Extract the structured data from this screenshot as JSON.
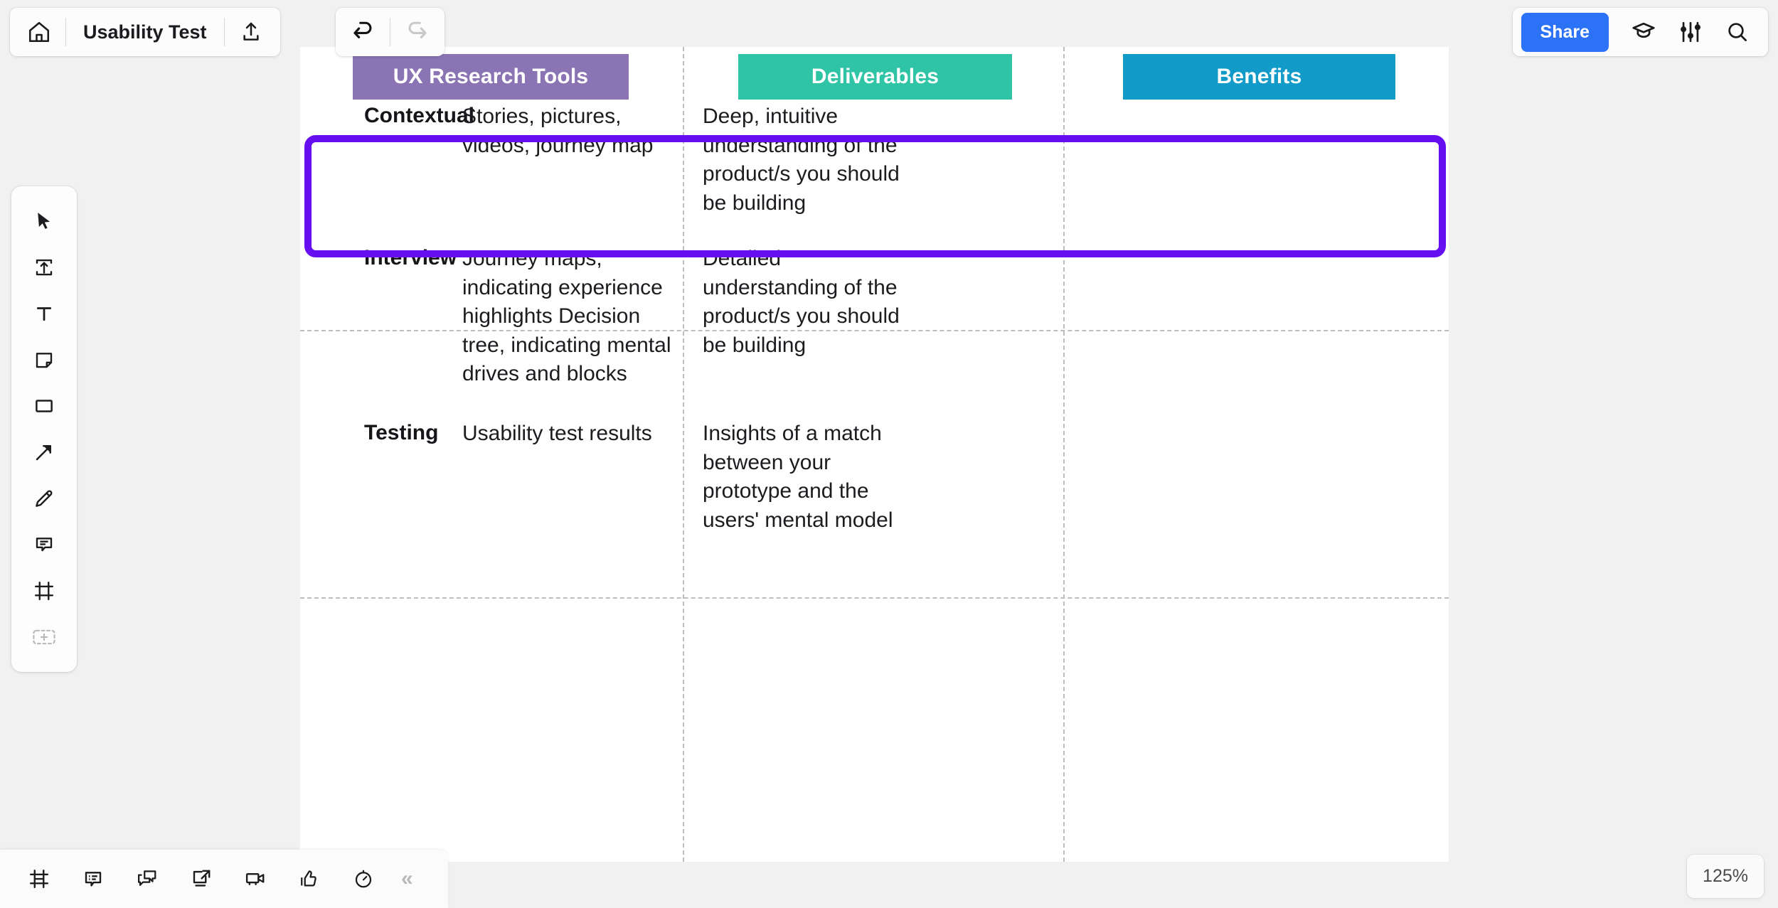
{
  "app": {
    "zoom_level": "125%",
    "accent_blue": "#2c72f6",
    "selection_purple": "#6610f2"
  },
  "toolbar": {
    "home_icon": "home-icon",
    "doc_title": "Usability Test",
    "export_icon": "upload-export-icon",
    "undo_icon": "undo-icon",
    "redo_icon": "redo-icon"
  },
  "topright": {
    "share_label": "Share",
    "learn_icon": "graduation-cap-icon",
    "settings_icon": "sliders-icon",
    "search_icon": "search-icon"
  },
  "tools": [
    {
      "name": "select-tool",
      "icon": "cursor-arrow-icon"
    },
    {
      "name": "upload-tool",
      "icon": "upload-frame-icon"
    },
    {
      "name": "text-tool",
      "icon": "text-t-icon"
    },
    {
      "name": "sticky-note-tool",
      "icon": "sticky-note-icon"
    },
    {
      "name": "shape-tool",
      "icon": "rectangle-icon"
    },
    {
      "name": "connector-tool",
      "icon": "arrow-line-icon"
    },
    {
      "name": "pen-tool",
      "icon": "pencil-icon"
    },
    {
      "name": "comment-tool",
      "icon": "comment-bubble-icon"
    },
    {
      "name": "frame-tool",
      "icon": "frame-icon"
    },
    {
      "name": "more-tools",
      "icon": "plus-dashed-icon"
    }
  ],
  "bottombar": [
    {
      "name": "frames-panel",
      "icon": "frame-list-icon"
    },
    {
      "name": "comments-panel",
      "icon": "comment-list-icon"
    },
    {
      "name": "chat-panel",
      "icon": "chat-bubbles-icon"
    },
    {
      "name": "present-panel",
      "icon": "present-screen-icon"
    },
    {
      "name": "video-call",
      "icon": "video-camera-icon"
    },
    {
      "name": "reactions",
      "icon": "thumbs-up-icon"
    },
    {
      "name": "timer",
      "icon": "timer-icon"
    }
  ],
  "collapse_label": "«",
  "board": {
    "headers": [
      {
        "label": "UX Research Tools",
        "color": "#8b74b3"
      },
      {
        "label": "Deliverables",
        "color": "#2ec4a5"
      },
      {
        "label": "Benefits",
        "color": "#129ac8"
      }
    ],
    "rows": [
      {
        "selected": true,
        "tool": "Contextual",
        "deliverables": "Stories, pictures, videos, journey map",
        "benefits": "Deep, intuitive understanding of the product/s you should be building"
      },
      {
        "selected": false,
        "tool": "Interview",
        "deliverables": "Journey maps, indicating experience highlights Decision tree, indicating mental drives and blocks",
        "benefits": "Detailed understanding of the product/s you should be building"
      },
      {
        "selected": false,
        "tool": "Testing",
        "deliverables": "Usability test results",
        "benefits": "Insights of a match between your prototype and the users' mental model"
      }
    ]
  }
}
